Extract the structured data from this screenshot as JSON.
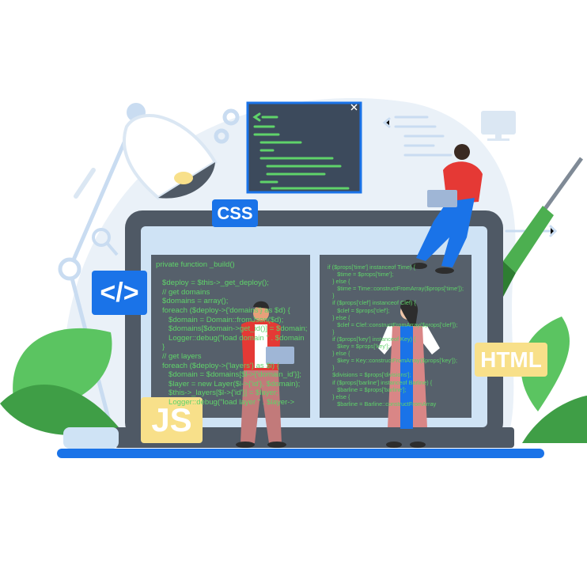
{
  "badges": {
    "css": "CSS",
    "html": "HTML",
    "js": "JS",
    "code_tag": "</>"
  },
  "colors": {
    "blue": "#1a73e8",
    "yellow": "#f8e08a",
    "code_bg": "#56606b",
    "code_text": "#5fd36a",
    "bezel": "#4f5965",
    "leaf": "#5bc461",
    "background_blob": "#eaf1f8"
  },
  "code_left": [
    "private function _build()",
    "",
    "   $deploy = $this->_get_deploy();",
    "   // get domains",
    "   $domains = array();",
    "   foreach ($deploy->{'domains'} as $d) {",
    "      $domain = Domain::fromJson($d);",
    "      $domains[$domain->get_id()] = $domain;",
    "      Logger::debug(\"load domain \" . $domain",
    "   }",
    "   // get layers",
    "   foreach ($deploy->{'layers'} as $l) {",
    "      $domain = $domains[$l->{'domain_id'}];",
    "      $layer = new Layer($l->{'id'}, $domain);",
    "      $this->_layers[$l->{'id'}] = $layer;",
    "      Logger::debug(\"load layer \" . $layer->"
  ],
  "code_right": [
    "if ($props['time'] instanceof Time) {",
    "      $time = $props['time'];",
    "   } else {",
    "      $time = Time::constructFromArray($props['time']);",
    "   }",
    "   if ($props['clef'] instanceof Clef) {",
    "      $clef = $props['clef'];",
    "   } else {",
    "      $clef = Clef::constructFromArray($props['clef']);",
    "   }",
    "   if ($props['key'] instanceof Key) {",
    "      $key = $props['key'];",
    "   } else {",
    "      $key = Key::constructFromArray($props['key']);",
    "   }",
    "   $divisions = $props['divisions'];",
    "   if ($props['barline'] instanceof Barline) {",
    "      $barline = $props['barline'];",
    "   } else {",
    "      $barline = Barline::constructFromArray"
  ],
  "icons": [
    "lamp-icon",
    "gear-icon",
    "magnifier-icon",
    "pipette-icon",
    "screwdriver-icon",
    "monitor-icon",
    "close-icon",
    "plant-icon"
  ]
}
